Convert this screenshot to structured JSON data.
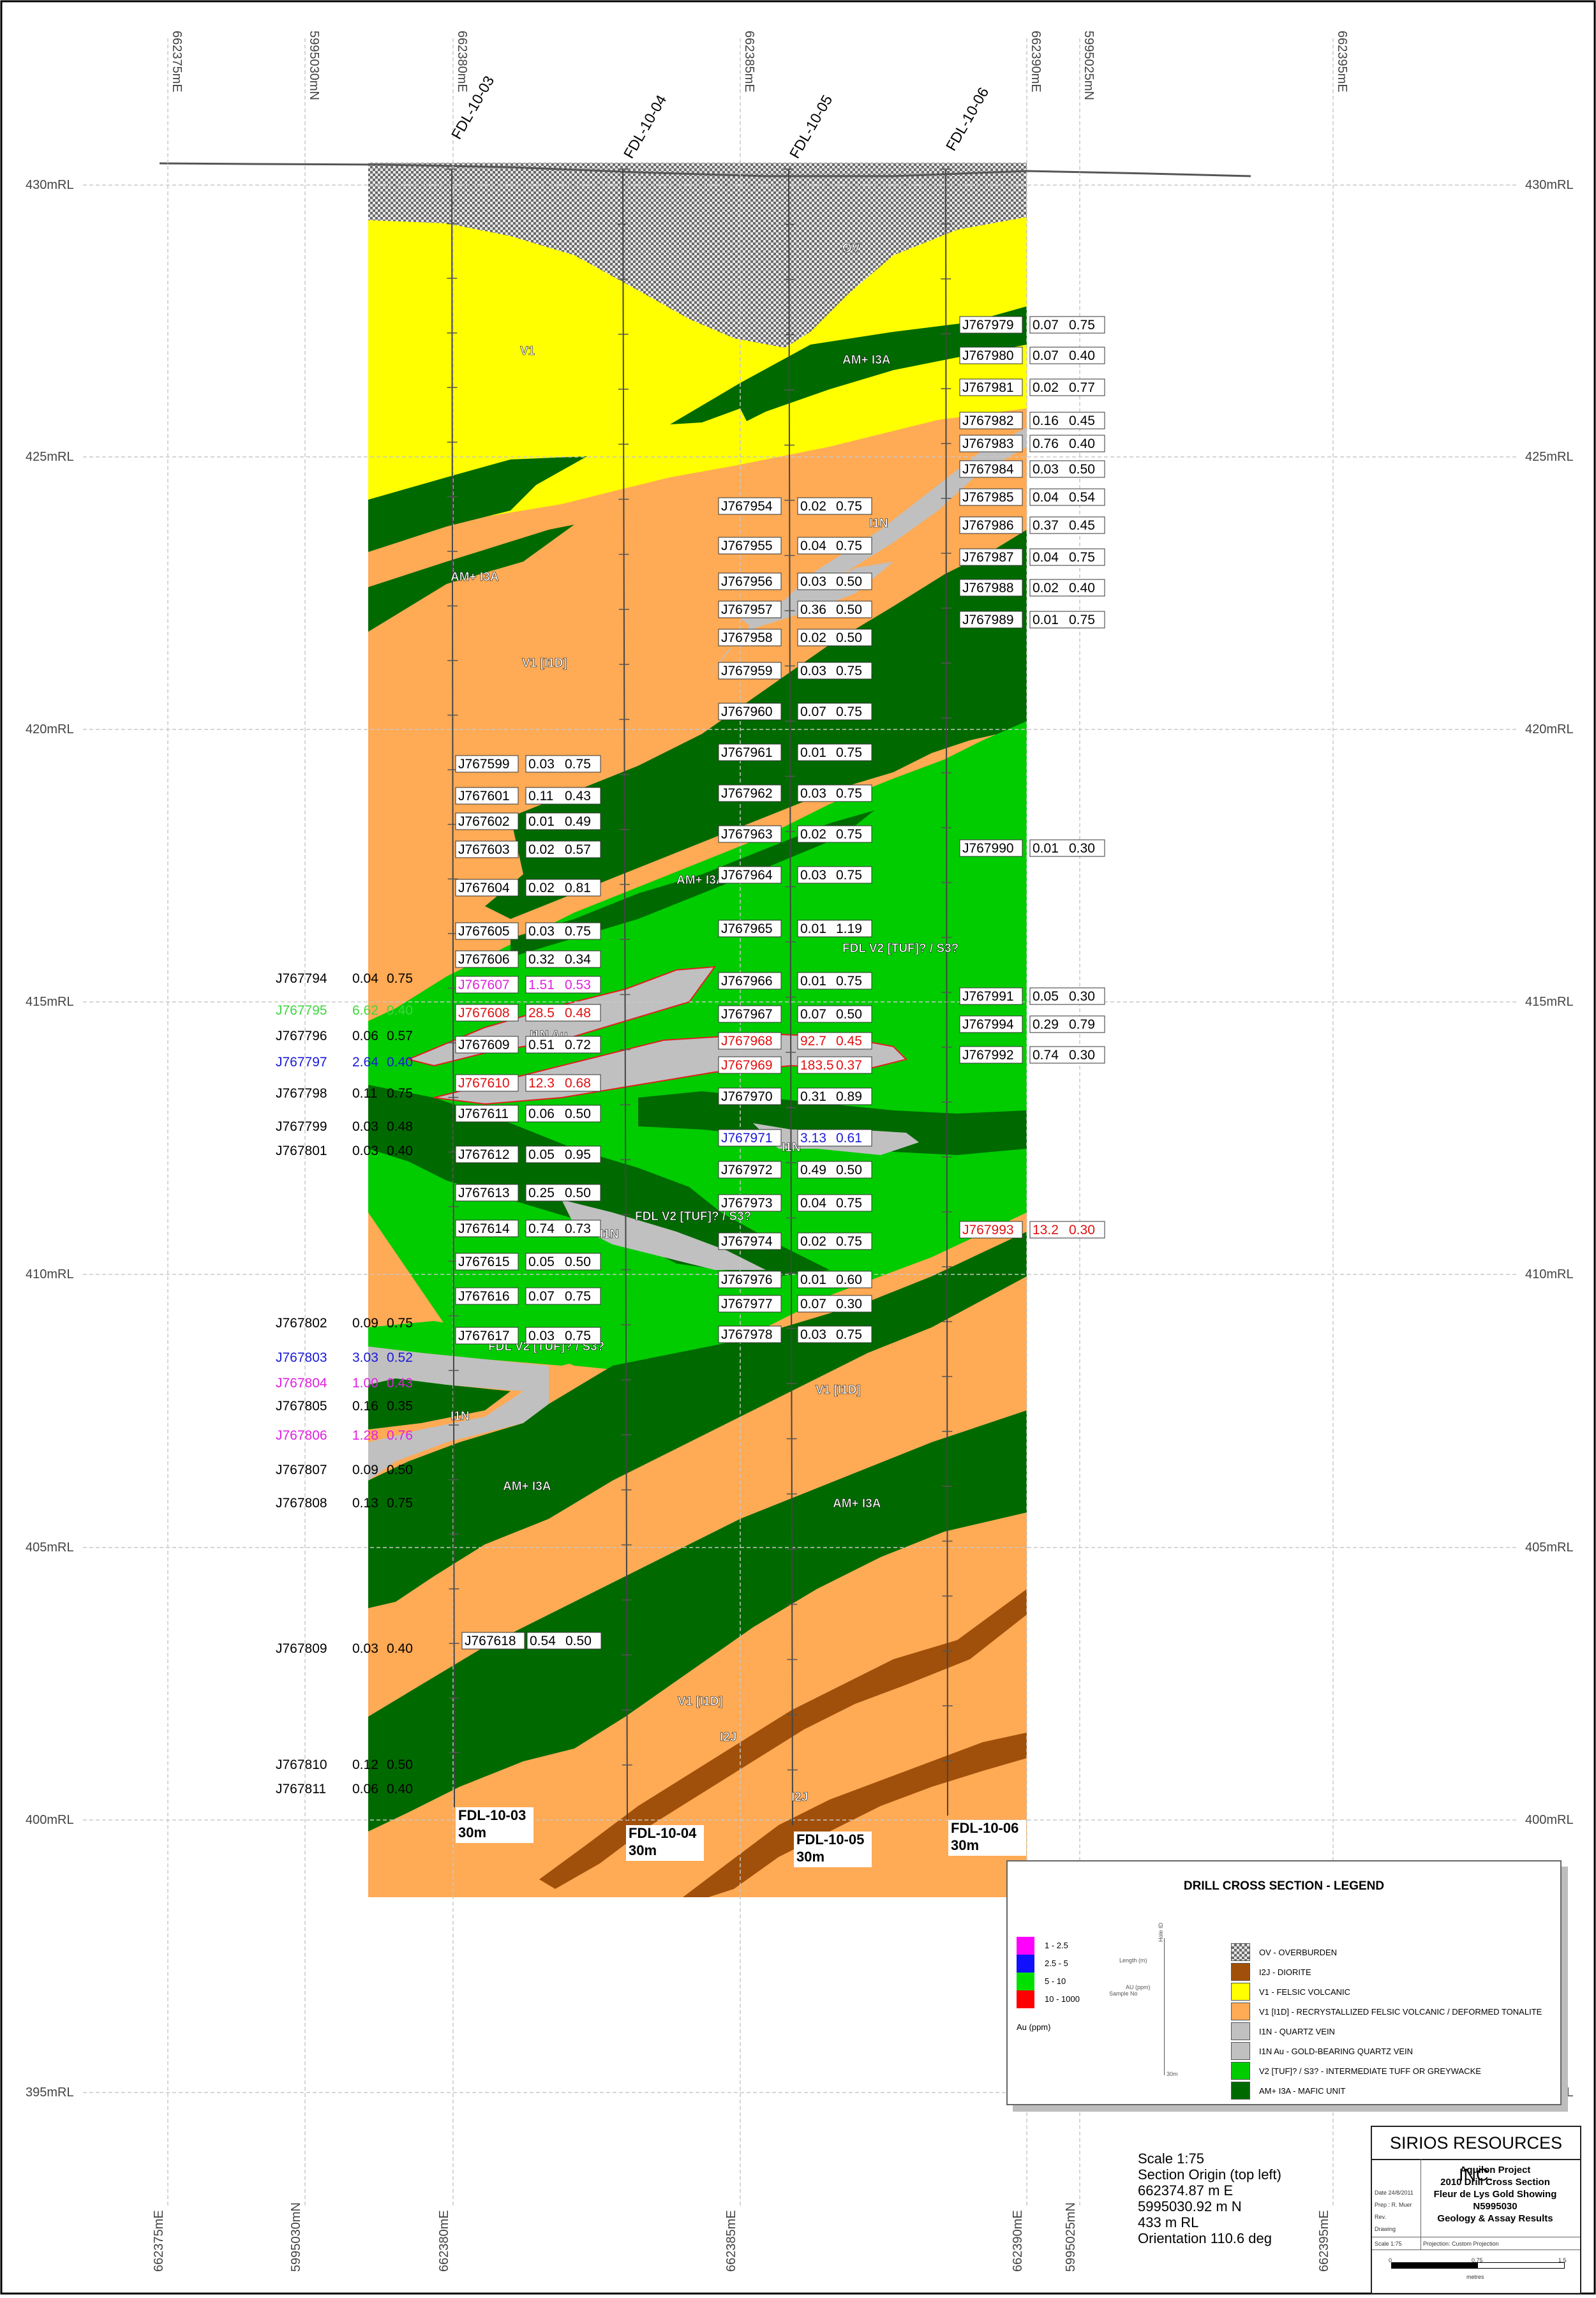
{
  "easting_labels": [
    "662375mE",
    "662380mE",
    "662385mE",
    "662390mE",
    "662395mE"
  ],
  "northing_labels": [
    "5995030mN",
    "5995025mN"
  ],
  "elevation_labels": [
    "430mRL",
    "425mRL",
    "420mRL",
    "415mRL",
    "410mRL",
    "405mRL",
    "400mRL",
    "395mRL"
  ],
  "holes": [
    {
      "name": "FDL-10-03",
      "depth": "30m"
    },
    {
      "name": "FDL-10-04",
      "depth": "30m"
    },
    {
      "name": "FDL-10-05",
      "depth": "30m"
    },
    {
      "name": "FDL-10-06",
      "depth": "30m"
    }
  ],
  "unit_labels": {
    "ov": "OV",
    "v1": "V1",
    "am_top": "AM+ I3A",
    "am_left": "AM+ I3A",
    "v1_i1d_upper": "V1 [I1D]",
    "i1n_upper": "I1N",
    "am_mid": "AM+ I3A",
    "am_mid2": "AM+ I3A",
    "fdl_v2_right": "FDL V2 [TUF]? / S3?",
    "i1n_au": "I1N Au",
    "i1n_c": "I1N",
    "i1n_d": "I1N",
    "fdl_v2_mid": "FDL V2 [TUF]? / S3?",
    "fdl_v2_low": "FDL V2 [TUF]? / S3?",
    "i1n_low": "I1N",
    "v1_i1d_right": "V1 [I1D]",
    "am_low_left": "AM+ I3A",
    "am_low_right": "AM+ I3A",
    "v1_i1d_bottom": "V1 [I1D]",
    "i2j_a": "I2J",
    "i2j_b": "I2J"
  },
  "samples": {
    "left": [
      {
        "id": "J767794",
        "au": "0.04",
        "len": "0.75",
        "color": "#000000"
      },
      {
        "id": "J767795",
        "au": "6.62",
        "len": "0.40",
        "color": "#3fd63f"
      },
      {
        "id": "J767796",
        "au": "0.06",
        "len": "0.57",
        "color": "#000000"
      },
      {
        "id": "J767797",
        "au": "2.64",
        "len": "0.40",
        "color": "#1a1ad8"
      },
      {
        "id": "J767798",
        "au": "0.11",
        "len": "0.75",
        "color": "#000000"
      },
      {
        "id": "J767799",
        "au": "0.03",
        "len": "0.48",
        "color": "#000000"
      },
      {
        "id": "J767801",
        "au": "0.03",
        "len": "0.40",
        "color": "#000000"
      },
      {
        "id": "J767802",
        "au": "0.09",
        "len": "0.75",
        "color": "#000000"
      },
      {
        "id": "J767803",
        "au": "3.03",
        "len": "0.52",
        "color": "#1a1ad8"
      },
      {
        "id": "J767804",
        "au": "1.00",
        "len": "0.43",
        "color": "#e020e0"
      },
      {
        "id": "J767805",
        "au": "0.16",
        "len": "0.35",
        "color": "#000000"
      },
      {
        "id": "J767806",
        "au": "1.28",
        "len": "0.76",
        "color": "#e020e0"
      },
      {
        "id": "J767807",
        "au": "0.09",
        "len": "0.50",
        "color": "#000000"
      },
      {
        "id": "J767808",
        "au": "0.13",
        "len": "0.75",
        "color": "#000000"
      },
      {
        "id": "J767809",
        "au": "0.03",
        "len": "0.40",
        "color": "#000000"
      },
      {
        "id": "J767810",
        "au": "0.12",
        "len": "0.50",
        "color": "#000000"
      },
      {
        "id": "J767811",
        "au": "0.06",
        "len": "0.40",
        "color": "#000000"
      }
    ],
    "hole04": [
      {
        "id": "J767599",
        "au": "0.03",
        "len": "0.75",
        "color": "#000000"
      },
      {
        "id": "J767601",
        "au": "0.11",
        "len": "0.43",
        "color": "#000000"
      },
      {
        "id": "J767602",
        "au": "0.01",
        "len": "0.49",
        "color": "#000000"
      },
      {
        "id": "J767603",
        "au": "0.02",
        "len": "0.57",
        "color": "#000000"
      },
      {
        "id": "J767604",
        "au": "0.02",
        "len": "0.81",
        "color": "#000000"
      },
      {
        "id": "J767605",
        "au": "0.03",
        "len": "0.75",
        "color": "#000000"
      },
      {
        "id": "J767606",
        "au": "0.32",
        "len": "0.34",
        "color": "#000000"
      },
      {
        "id": "J767607",
        "au": "1.51",
        "len": "0.53",
        "color": "#e020e0"
      },
      {
        "id": "J767608",
        "au": "28.5",
        "len": "0.48",
        "color": "#e01010"
      },
      {
        "id": "J767609",
        "au": "0.51",
        "len": "0.72",
        "color": "#000000"
      },
      {
        "id": "J767610",
        "au": "12.3",
        "len": "0.68",
        "color": "#e01010"
      },
      {
        "id": "J767611",
        "au": "0.06",
        "len": "0.50",
        "color": "#000000"
      },
      {
        "id": "J767612",
        "au": "0.05",
        "len": "0.95",
        "color": "#000000"
      },
      {
        "id": "J767613",
        "au": "0.25",
        "len": "0.50",
        "color": "#000000"
      },
      {
        "id": "J767614",
        "au": "0.74",
        "len": "0.73",
        "color": "#000000"
      },
      {
        "id": "J767615",
        "au": "0.05",
        "len": "0.50",
        "color": "#000000"
      },
      {
        "id": "J767616",
        "au": "0.07",
        "len": "0.75",
        "color": "#000000"
      },
      {
        "id": "J767617",
        "au": "0.03",
        "len": "0.75",
        "color": "#000000"
      },
      {
        "id": "J767618",
        "au": "0.54",
        "len": "0.50",
        "color": "#000000"
      }
    ],
    "hole05": [
      {
        "id": "J767954",
        "au": "0.02",
        "len": "0.75",
        "color": "#000000"
      },
      {
        "id": "J767955",
        "au": "0.04",
        "len": "0.75",
        "color": "#000000"
      },
      {
        "id": "J767956",
        "au": "0.03",
        "len": "0.50",
        "color": "#000000"
      },
      {
        "id": "J767957",
        "au": "0.36",
        "len": "0.50",
        "color": "#000000"
      },
      {
        "id": "J767958",
        "au": "0.02",
        "len": "0.50",
        "color": "#000000"
      },
      {
        "id": "J767959",
        "au": "0.03",
        "len": "0.75",
        "color": "#000000"
      },
      {
        "id": "J767960",
        "au": "0.07",
        "len": "0.75",
        "color": "#000000"
      },
      {
        "id": "J767961",
        "au": "0.01",
        "len": "0.75",
        "color": "#000000"
      },
      {
        "id": "J767962",
        "au": "0.03",
        "len": "0.75",
        "color": "#000000"
      },
      {
        "id": "J767963",
        "au": "0.02",
        "len": "0.75",
        "color": "#000000"
      },
      {
        "id": "J767964",
        "au": "0.03",
        "len": "0.75",
        "color": "#000000"
      },
      {
        "id": "J767965",
        "au": "0.01",
        "len": "1.19",
        "color": "#000000"
      },
      {
        "id": "J767966",
        "au": "0.01",
        "len": "0.75",
        "color": "#000000"
      },
      {
        "id": "J767967",
        "au": "0.07",
        "len": "0.50",
        "color": "#000000"
      },
      {
        "id": "J767968",
        "au": "92.7",
        "len": "0.45",
        "color": "#e01010"
      },
      {
        "id": "J767969",
        "au": "183.5",
        "len": "0.37",
        "color": "#e01010"
      },
      {
        "id": "J767970",
        "au": "0.31",
        "len": "0.89",
        "color": "#000000"
      },
      {
        "id": "J767971",
        "au": "3.13",
        "len": "0.61",
        "color": "#1a1ad8"
      },
      {
        "id": "J767972",
        "au": "0.49",
        "len": "0.50",
        "color": "#000000"
      },
      {
        "id": "J767973",
        "au": "0.04",
        "len": "0.75",
        "color": "#000000"
      },
      {
        "id": "J767974",
        "au": "0.02",
        "len": "0.75",
        "color": "#000000"
      },
      {
        "id": "J767976",
        "au": "0.01",
        "len": "0.60",
        "color": "#000000"
      },
      {
        "id": "J767977",
        "au": "0.07",
        "len": "0.30",
        "color": "#000000"
      },
      {
        "id": "J767978",
        "au": "0.03",
        "len": "0.75",
        "color": "#000000"
      }
    ],
    "hole06": [
      {
        "id": "J767979",
        "au": "0.07",
        "len": "0.75",
        "color": "#000000"
      },
      {
        "id": "J767980",
        "au": "0.07",
        "len": "0.40",
        "color": "#000000"
      },
      {
        "id": "J767981",
        "au": "0.02",
        "len": "0.77",
        "color": "#000000"
      },
      {
        "id": "J767982",
        "au": "0.16",
        "len": "0.45",
        "color": "#000000"
      },
      {
        "id": "J767983",
        "au": "0.76",
        "len": "0.40",
        "color": "#000000"
      },
      {
        "id": "J767984",
        "au": "0.03",
        "len": "0.50",
        "color": "#000000"
      },
      {
        "id": "J767985",
        "au": "0.04",
        "len": "0.54",
        "color": "#000000"
      },
      {
        "id": "J767986",
        "au": "0.37",
        "len": "0.45",
        "color": "#000000"
      },
      {
        "id": "J767987",
        "au": "0.04",
        "len": "0.75",
        "color": "#000000"
      },
      {
        "id": "J767988",
        "au": "0.02",
        "len": "0.40",
        "color": "#000000"
      },
      {
        "id": "J767989",
        "au": "0.01",
        "len": "0.75",
        "color": "#000000"
      },
      {
        "id": "J767990",
        "au": "0.01",
        "len": "0.30",
        "color": "#000000"
      },
      {
        "id": "J767991",
        "au": "0.05",
        "len": "0.30",
        "color": "#000000"
      },
      {
        "id": "J767994",
        "au": "0.29",
        "len": "0.79",
        "color": "#000000"
      },
      {
        "id": "J767992",
        "au": "0.74",
        "len": "0.30",
        "color": "#000000"
      },
      {
        "id": "J767993",
        "au": "13.2",
        "len": "0.30",
        "color": "#e01010"
      }
    ]
  },
  "legend": {
    "title": "DRILL CROSS SECTION - LEGEND",
    "au_ranges": [
      {
        "label": "1 - 2.5",
        "color": "#ff00ff"
      },
      {
        "label": "2.5 - 5",
        "color": "#1010ff"
      },
      {
        "label": "5 - 10",
        "color": "#00e000"
      },
      {
        "label": "10 - 1000",
        "color": "#ff0000"
      }
    ],
    "au_unit": "Au (ppm)",
    "key_hole_id": "Hole ID",
    "key_length": "Length (m)",
    "key_au": "AU (ppm)",
    "key_sample": "Sample No",
    "key_depth": "30m",
    "units": [
      {
        "label": "OV - OVERBURDEN",
        "color": "#c8c8c8",
        "pattern": "checker"
      },
      {
        "label": "I2J - DIORITE",
        "color": "#a0500a"
      },
      {
        "label": "V1 - FELSIC VOLCANIC",
        "color": "#ffff00"
      },
      {
        "label": "V1 [I1D] - RECRYSTALLIZED FELSIC VOLCANIC / DEFORMED TONALITE",
        "color": "#ffaa55"
      },
      {
        "label": "I1N - QUARTZ VEIN",
        "color": "#c0c0c0"
      },
      {
        "label": "I1N Au - GOLD-BEARING QUARTZ VEIN",
        "color": "#c0c0c0"
      },
      {
        "label": "V2 [TUF]? / S3? - INTERMEDIATE TUFF OR GREYWACKE",
        "color": "#00cc00"
      },
      {
        "label": "AM+ I3A - MAFIC UNIT",
        "color": "#006a00"
      }
    ]
  },
  "scale_note": {
    "scale": "Scale 1:75",
    "origin_label": "Section Origin (top left)",
    "easting": "662374.87 m E",
    "northing": "5995030.92 m N",
    "rl": "433 m RL",
    "orientation": "Orientation 110.6 deg"
  },
  "title_block": {
    "company": "SIRIOS RESOURCES INC.",
    "project": "Aquilon Project",
    "line2": "2010 Drill Cross Section",
    "line3": "Fleur de Lys Gold Showing",
    "line4": "N5995030",
    "line5": "Geology & Assay Results",
    "date": "Date 24/8/2011",
    "prep": "Prep : R. Muer",
    "rev": "Rev.",
    "drawing": "Drawing",
    "scale": "Scale 1:75",
    "projection": "Projection: Custom Projection",
    "bar_ticks": [
      "0",
      "0.75",
      "1.5"
    ],
    "bar_unit": "metres"
  }
}
